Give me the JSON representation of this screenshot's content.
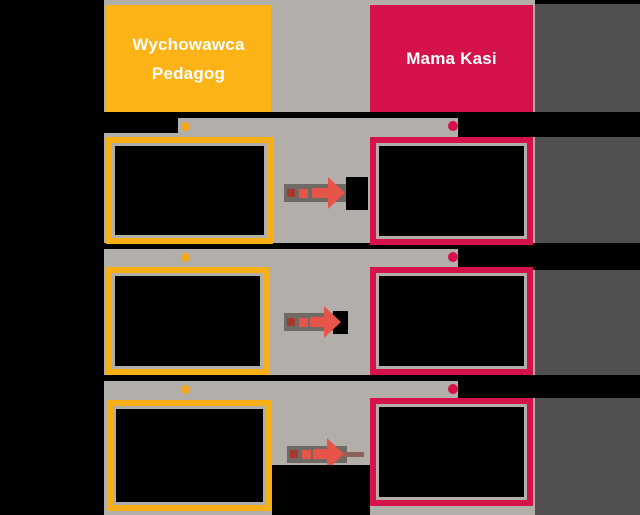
{
  "diagram": {
    "left_column": {
      "header": {
        "text": "Wychowawca Pedagog",
        "lines": [
          "Wychowawca",
          "Pedagog"
        ],
        "bg_color": "#FBB316",
        "text_color": "#FFFFFF"
      },
      "boxes": [
        {
          "content": ""
        },
        {
          "content": ""
        },
        {
          "content": ""
        }
      ],
      "border_color": "#F8B016",
      "connector_dot_color": "#F2A71B"
    },
    "right_column": {
      "header": {
        "text": "Mama Kasi",
        "bg_color": "#D6124A",
        "text_color": "#FFFFFF"
      },
      "boxes": [
        {
          "content": ""
        },
        {
          "content": ""
        },
        {
          "content": ""
        }
      ],
      "border_color": "#D6124A",
      "connector_dot_color": "#D6124A"
    },
    "arrows": {
      "count": 3,
      "direction": "right",
      "style": "dashed",
      "color": "#E6544A"
    },
    "background": {
      "outer_left": "#000000",
      "outer_right": "#514F51",
      "inner_band": "#B2AFAA",
      "redacted_fill": "#000000"
    }
  }
}
